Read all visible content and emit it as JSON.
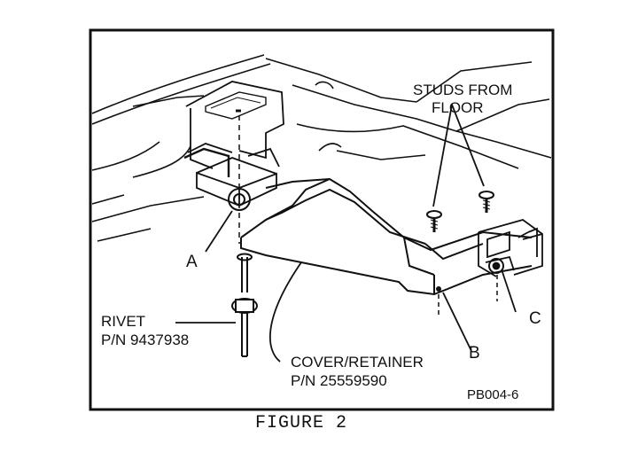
{
  "labels": {
    "studs_line1": "STUDS FROM",
    "studs_line2": "FLOOR",
    "a": "A",
    "b": "B",
    "c": "C",
    "rivet_line1": "RIVET",
    "rivet_line2": "P/N 9437938",
    "cover_line1": "COVER/RETAINER",
    "cover_line2": "P/N 25559590",
    "ref": "PB004-6"
  },
  "caption": "FIGURE 2"
}
